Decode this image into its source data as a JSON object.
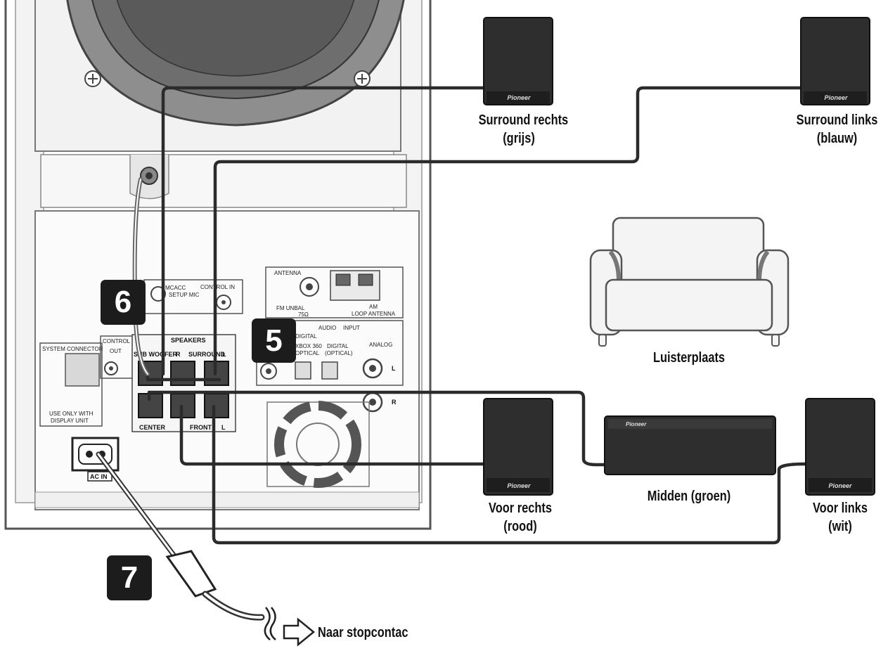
{
  "speakers": {
    "surround_right": {
      "line1": "Surround rechts",
      "line2": "(grijs)"
    },
    "surround_left": {
      "line1": "Surround links",
      "line2": "(blauw)"
    },
    "front_right": {
      "line1": "Voor rechts",
      "line2": "(rood)"
    },
    "front_left": {
      "line1": "Voor links",
      "line2": "(wit)"
    },
    "center": {
      "line1": "Midden (groen)"
    },
    "brand": "Pioneer"
  },
  "listening_position": "Luisterplaats",
  "power": {
    "destination": "Naar stopcontac",
    "socket_label": "AC IN"
  },
  "steps": [
    "5",
    "6",
    "7"
  ],
  "panel": {
    "speakers": "SPEAKERS",
    "subwoofer": "SUB WOOFER",
    "right": "R",
    "surround": "SURROUND",
    "left": "L",
    "center": "CENTER",
    "front": "FRONT",
    "system_connector": "SYSTEM CONNECTOR",
    "use_only": "USE ONLY WITH",
    "display_unit": "DISPLAY UNIT",
    "control": "CONTROL",
    "out": "OUT",
    "control_in": "CONTROL IN",
    "mcacc": "MCACC",
    "setup_mic": "SETUP MIC",
    "antenna": "ANTENNA",
    "fm_unbal": "FM UNBAL",
    "ohm": "75Ω",
    "am": "AM",
    "loop_antenna": "LOOP ANTENNA",
    "audio": "AUDIO",
    "input": "INPUT",
    "digital": "DIGITAL",
    "xbox": "XBOX 360",
    "optical": "OPTICAL",
    "digital_optical": "DIGITAL",
    "optical2": "(OPTICAL)",
    "analog": "ANALOG",
    "l": "L",
    "r": "R"
  }
}
